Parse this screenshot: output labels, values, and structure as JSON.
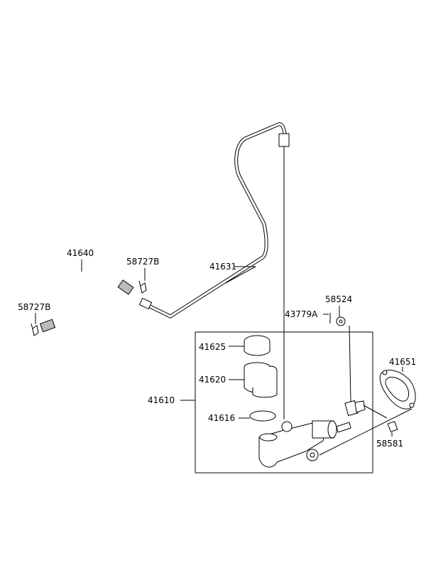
{
  "labels": {
    "hose": "41640",
    "clip_right": "58727B",
    "clip_left": "58727B",
    "tube": "41631",
    "nut": "58524",
    "bolt": "43779A",
    "cap": "41625",
    "reservoir": "41620",
    "assembly": "41610",
    "clamp": "41616",
    "gasket": "41651",
    "pin": "58581"
  }
}
